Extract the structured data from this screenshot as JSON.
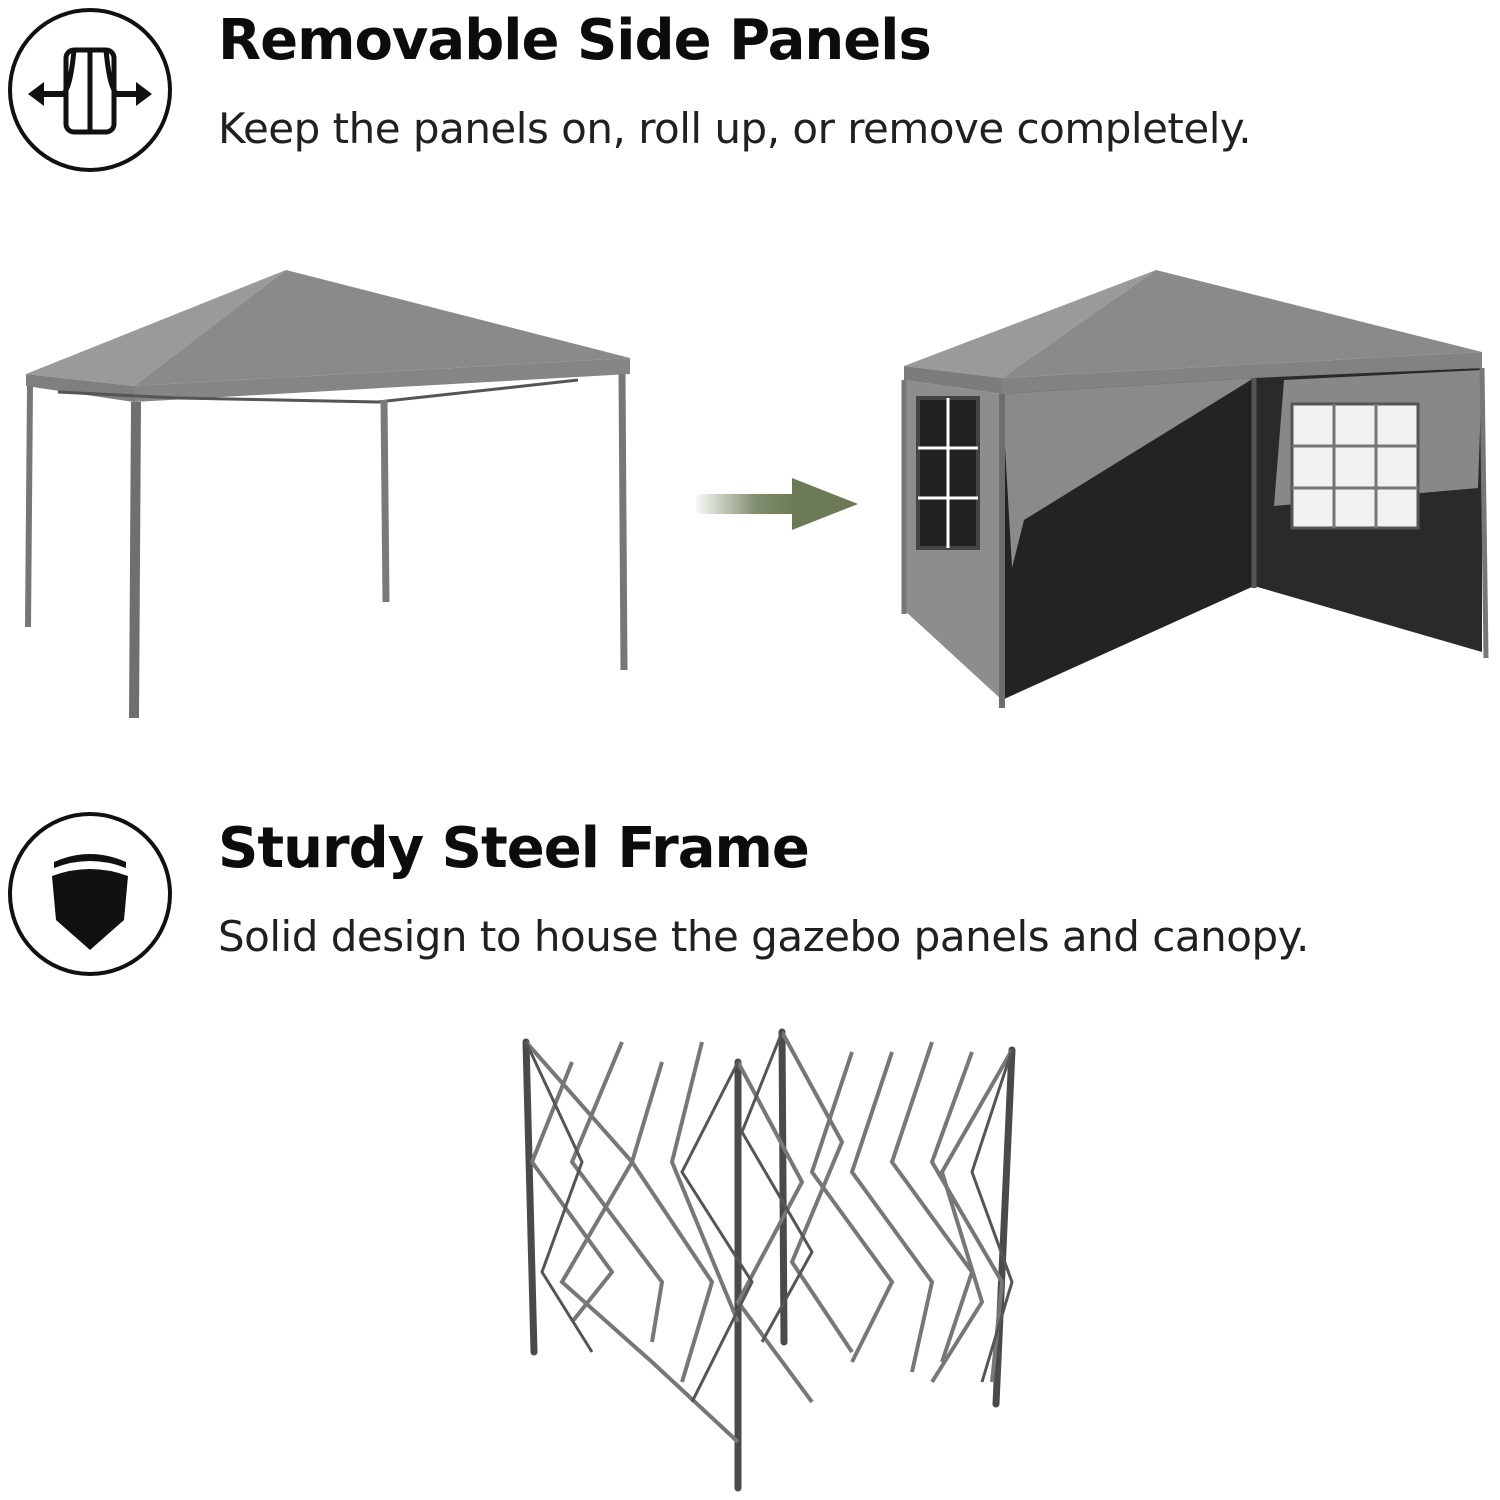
{
  "features": [
    {
      "icon": "side-panel-arrows-icon",
      "title": "Removable Side Panels",
      "description": "Keep the panels on, roll up, or remove completely."
    },
    {
      "icon": "shield-icon",
      "title": "Sturdy Steel Frame",
      "description": "Solid design to house the gazebo panels and canopy."
    }
  ],
  "images": {
    "open_gazebo": "gazebo-without-side-panels",
    "transform_arrow": "arrow-right-icon",
    "enclosed_gazebo": "gazebo-with-side-panels",
    "frame": "folding-steel-frame"
  },
  "colors": {
    "canopy": "#8c8c8c",
    "panel_dark": "#2b2b2b",
    "arrow": "#6b7a55",
    "frame": "#4a4a4a"
  }
}
